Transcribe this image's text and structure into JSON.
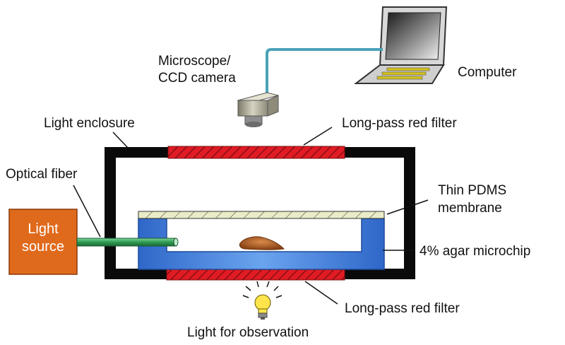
{
  "labels": {
    "microscope_line1": "Microscope/",
    "microscope_line2": "CCD camera",
    "computer": "Computer",
    "light_enclosure": "Light enclosure",
    "filter_top": "Long-pass red filter",
    "optical_fiber": "Optical fiber",
    "pdms_line1": "Thin PDMS",
    "pdms_line2": "membrane",
    "light_source_line1": "Light",
    "light_source_line2": "source",
    "agar": "4% agar microchip",
    "filter_bottom": "Long-pass red filter",
    "observation_light": "Light for observation"
  },
  "colors": {
    "enclosure": "#0a0a0a",
    "red_filter": "#e01b24",
    "agar_chip": "#3a76d8",
    "light_source": "#e06a1c",
    "fiber": "#2e9a52",
    "cable": "#4aa3b7",
    "worm": "#a0521d",
    "membrane": "#e9ecc6",
    "bulb": "#ffe54a"
  }
}
